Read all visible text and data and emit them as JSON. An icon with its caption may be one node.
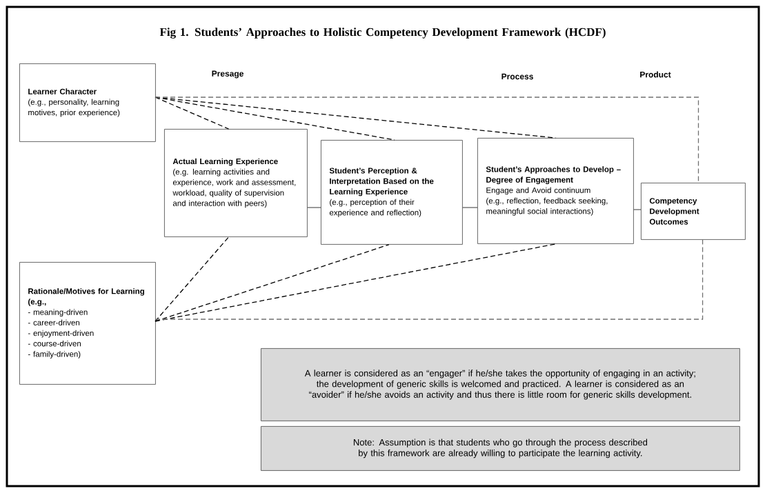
{
  "diagram": {
    "title": "Fig 1.  Students’ Approaches to Holistic Competency Development Framework (HCDF)",
    "nodes": [
      {
        "text": [
          "Learner Character",
          "(e.g., personality, learning motives, prior experience)"
        ]
      },
      {
        "text": [
          "Actual Learning Experience",
          "(e.g. learning activities and experience, work and assessment, workload, quality of supervision and interaction with peers)"
        ]
      },
      {
        "text": [
          "Student’s Perception & Interpretation Based on the Learning Experience",
          "(e.g., perception of their experience and reflection)"
        ]
      },
      {
        "text": [
          "Student’s Approaches to Develop – Degree of Engagement",
          "Engage and Avoid continuum (e.g., reflection, feedback seeking, meaningful social interactions)"
        ]
      },
      {
        "text": [
          "Competency Development Outcomes"
        ]
      },
      {
        "text": [
          "Rationale/Motives for Learning (e.g.,",
          "- meaning-driven",
          "- career-driven",
          "- enjoyment-driven",
          "- course-driven",
          "- family-driven)"
        ]
      },
      {
        "text": [
          "A learner is considered as an “engager” if he/she takes the opportunity of engaging in an activity; the development of generic skills is welcomed and practiced. A learner is considered as an “avoider” if he/she avoids an activity and thus there is little room for generic skills development."
        ]
      },
      {
        "text": [
          "Note: Assumption is that students who go through the process described by this framework are already willing to participate the learning activity."
        ]
      }
    ],
    "edges": [
      {
        "from": 0,
        "to": 1,
        "arrow": "none",
        "style": "dashed"
      },
      {
        "from": 0,
        "to": 2,
        "arrow": "none",
        "style": "dashed"
      },
      {
        "from": 0,
        "to": 3,
        "arrow": "none",
        "style": "dashed"
      },
      {
        "from": 0,
        "to": 4,
        "arrow": "none",
        "style": "dashed",
        "color": "#707070"
      },
      {
        "from": 5,
        "to": 1,
        "arrow": "none",
        "style": "dashed"
      },
      {
        "from": 5,
        "to": 2,
        "arrow": "none",
        "style": "dashed"
      },
      {
        "from": 5,
        "to": 3,
        "arrow": "none",
        "style": "dashed"
      },
      {
        "from": 5,
        "to": 4,
        "arrow": "none",
        "style": "dashed",
        "color": "#707070"
      },
      {
        "from": 1,
        "to": 2,
        "arrow": "none"
      },
      {
        "from": 2,
        "to": 3,
        "arrow": "none"
      },
      {
        "from": 3,
        "to": 4,
        "arrow": "none"
      }
    ],
    "labels": [
      "Presage",
      "Process",
      "Product"
    ]
  }
}
